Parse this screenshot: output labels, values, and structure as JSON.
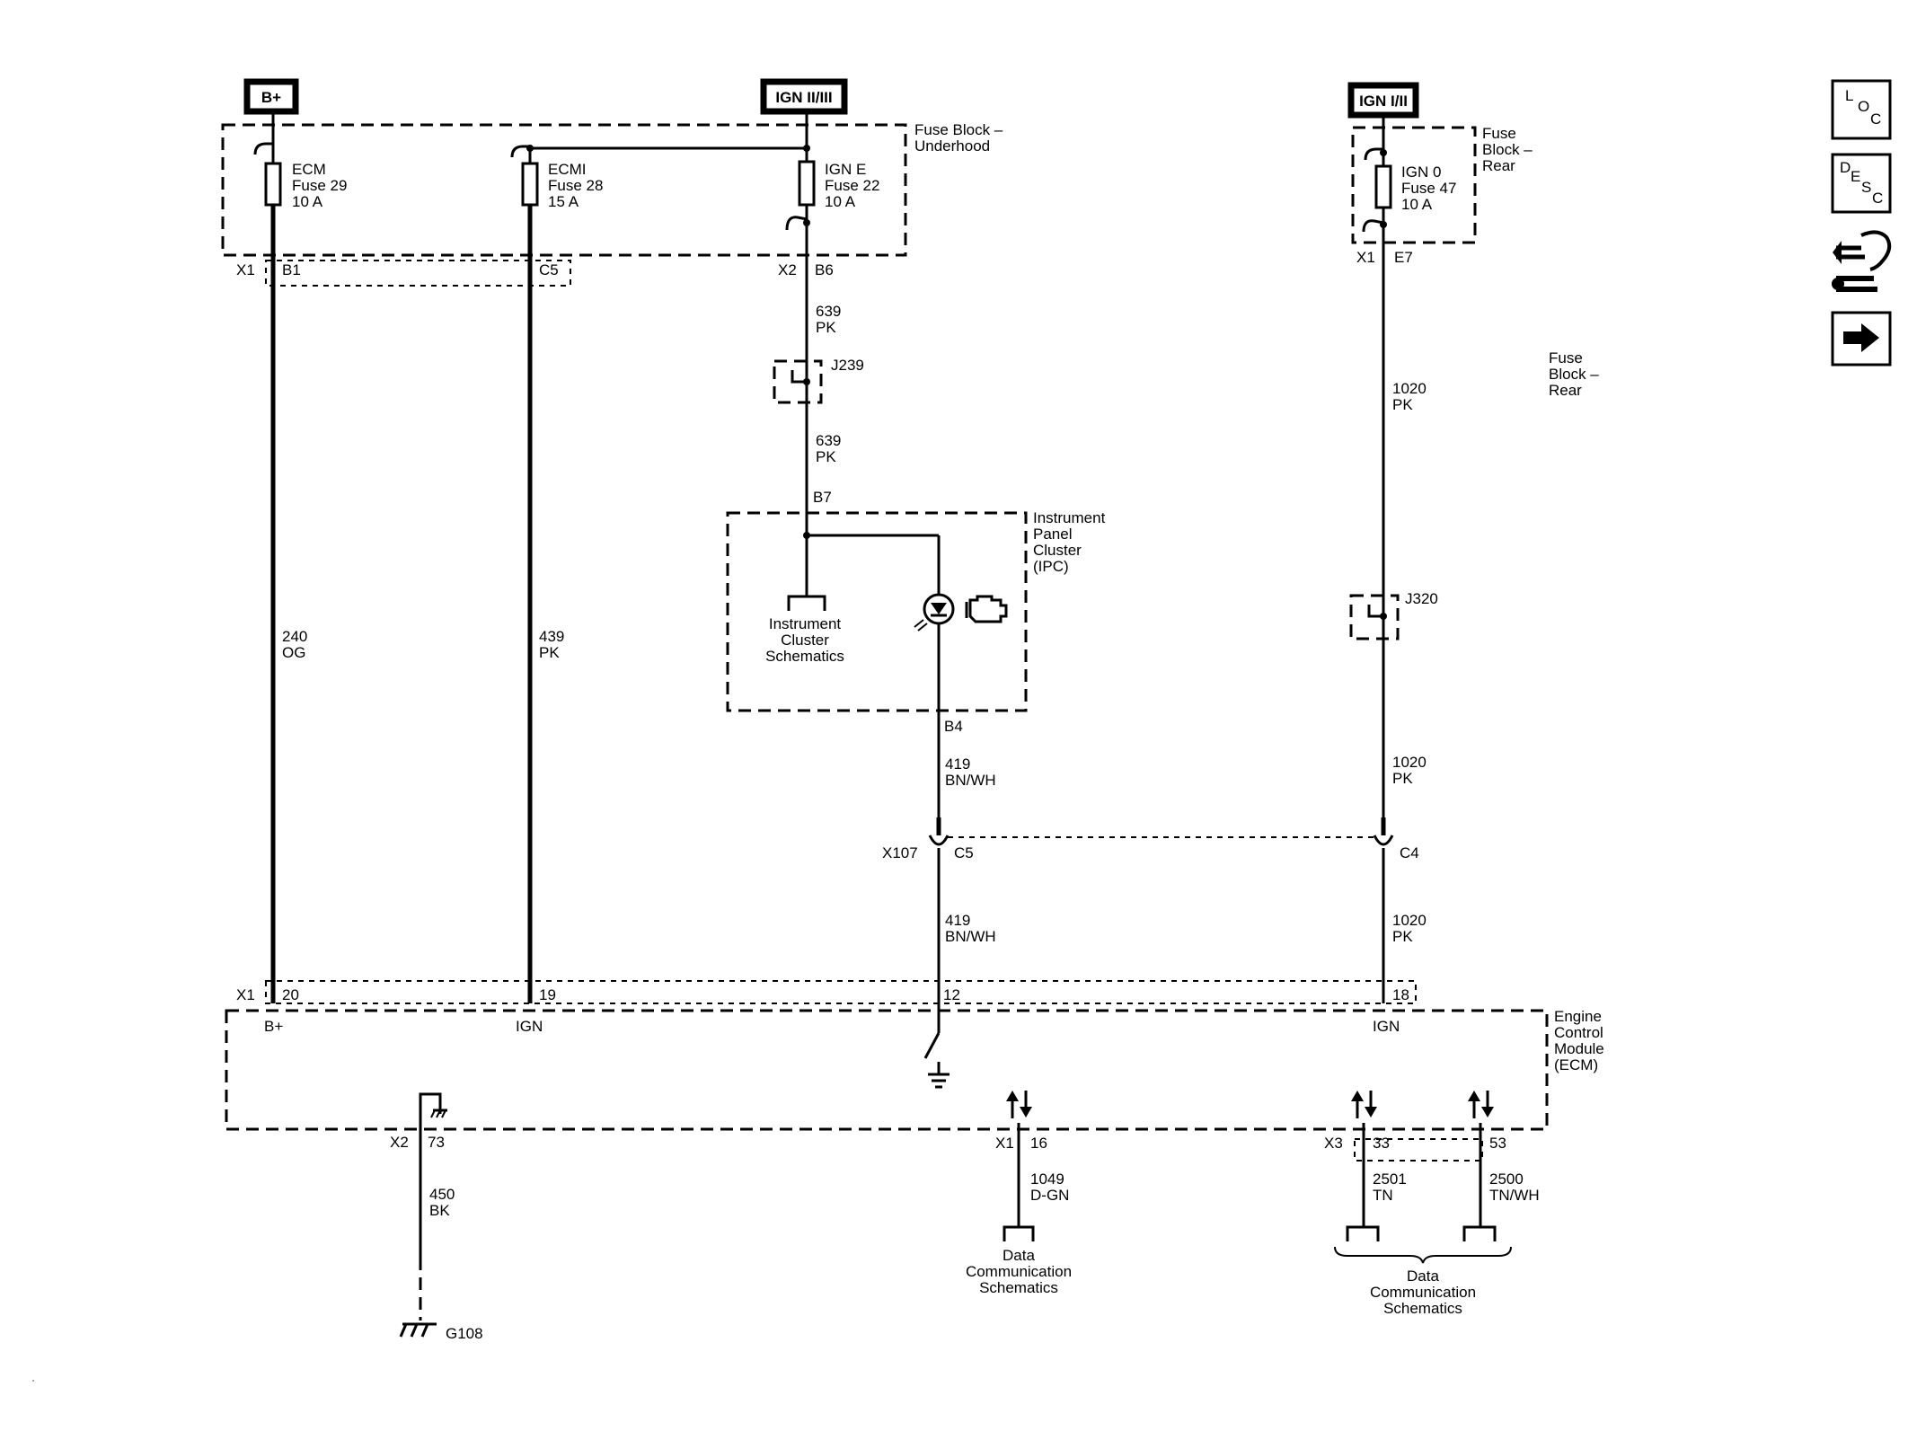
{
  "power_sources": {
    "bplus": "B+",
    "ign_2_3": "IGN II/III",
    "ign_1_2": "IGN I/II"
  },
  "fuse_block_underhood": {
    "line1": "Fuse Block –",
    "line2": "Underhood"
  },
  "fuse_block_rear": {
    "line1": "Fuse",
    "line2": "Block –",
    "line3": "Rear"
  },
  "fuse_block_rear_side": {
    "line1": "Fuse",
    "line2": "Block –",
    "line3": "Rear"
  },
  "fuses": {
    "ecm": {
      "name": "ECM",
      "fuse": "Fuse 29",
      "rating": "10 A"
    },
    "ecmi": {
      "name": "ECMI",
      "fuse": "Fuse 28",
      "rating": "15 A"
    },
    "igne": {
      "name": "IGN E",
      "fuse": "Fuse 22",
      "rating": "10 A"
    },
    "ign0": {
      "name": "IGN 0",
      "fuse": "Fuse 47",
      "rating": "10 A"
    }
  },
  "connectors": {
    "x1_left": "X1",
    "b1": "B1",
    "c5_top": "C5",
    "x2_top": "X2",
    "b6": "B6",
    "x1_right": "X1",
    "e7": "E7",
    "b7": "B7",
    "b4": "B4",
    "x107": "X107",
    "c5_mid": "C5",
    "c4": "C4",
    "x1_ecm": "X1",
    "pin20": "20",
    "pin19": "19",
    "pin12": "12",
    "pin18": "18",
    "x2_bottom": "X2",
    "pin73": "73",
    "x1_bottom": "X1",
    "pin16": "16",
    "x3_bottom": "X3",
    "pin33": "33",
    "pin53": "53"
  },
  "splices": {
    "j239": "J239",
    "j320": "J320"
  },
  "wires": {
    "w639_a": {
      "circuit": "639",
      "color": "PK"
    },
    "w639_b": {
      "circuit": "639",
      "color": "PK"
    },
    "w1020_a": {
      "circuit": "1020",
      "color": "PK"
    },
    "w1020_b": {
      "circuit": "1020",
      "color": "PK"
    },
    "w1020_c": {
      "circuit": "1020",
      "color": "PK"
    },
    "w240": {
      "circuit": "240",
      "color": "OG"
    },
    "w439": {
      "circuit": "439",
      "color": "PK"
    },
    "w419_a": {
      "circuit": "419",
      "color": "BN/WH"
    },
    "w419_b": {
      "circuit": "419",
      "color": "BN/WH"
    },
    "w450": {
      "circuit": "450",
      "color": "BK"
    },
    "w1049": {
      "circuit": "1049",
      "color": "D-GN"
    },
    "w2501": {
      "circuit": "2501",
      "color": "TN"
    },
    "w2500": {
      "circuit": "2500",
      "color": "TN/WH"
    }
  },
  "ipc": {
    "line1": "Instrument",
    "line2": "Panel",
    "line3": "Cluster",
    "line4": "(IPC)"
  },
  "instrument_cluster_ref": {
    "line1": "Instrument",
    "line2": "Cluster",
    "line3": "Schematics"
  },
  "ecm": {
    "line1": "Engine",
    "line2": "Control",
    "line3": "Module",
    "line4": "(ECM)",
    "pin_bplus": "B+",
    "pin_ign_left": "IGN",
    "pin_ign_right": "IGN"
  },
  "data_comm_left": {
    "line1": "Data",
    "line2": "Communication",
    "line3": "Schematics"
  },
  "data_comm_right": {
    "line1": "Data",
    "line2": "Communication",
    "line3": "Schematics"
  },
  "ground": "G108",
  "nav": {
    "loc": {
      "l1": "L",
      "l2": "O",
      "l3": "C"
    },
    "desc": {
      "l1": "D",
      "l2": "E",
      "l3": "S",
      "l4": "C"
    }
  }
}
